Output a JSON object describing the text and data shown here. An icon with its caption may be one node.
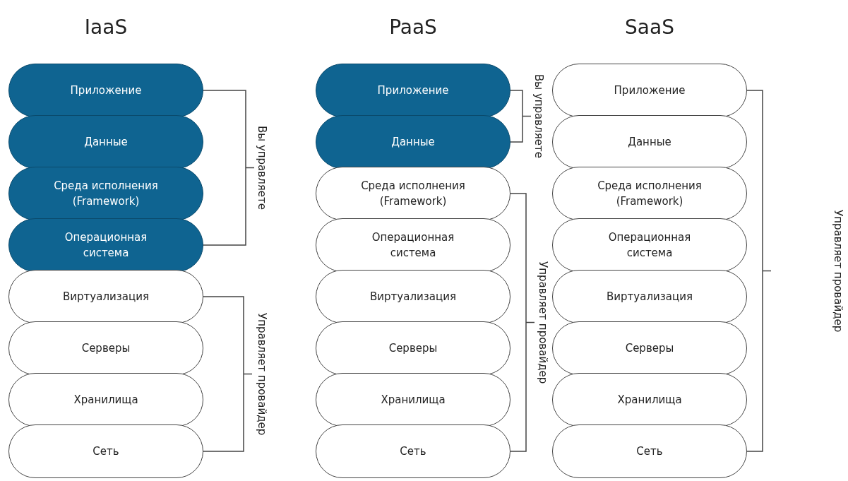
{
  "diagram": {
    "nodes": [
      {
        "text": [
          "Приложение"
        ]
      },
      {
        "text": [
          "Данные"
        ]
      },
      {
        "text": [
          "Среда исполнения (Framework)"
        ]
      },
      {
        "text": [
          "Операционная система"
        ]
      },
      {
        "text": [
          "Виртуализация"
        ]
      },
      {
        "text": [
          "Серверы"
        ]
      },
      {
        "text": [
          "Хранилища"
        ]
      },
      {
        "text": [
          "Сеть"
        ]
      },
      {
        "text": [
          "Приложение"
        ]
      },
      {
        "text": [
          "Данные"
        ]
      },
      {
        "text": [
          "Среда исполнения (Framework)"
        ]
      },
      {
        "text": [
          "Операционная система"
        ]
      },
      {
        "text": [
          "Виртуализация"
        ]
      },
      {
        "text": [
          "Серверы"
        ]
      },
      {
        "text": [
          "Хранилища"
        ]
      },
      {
        "text": [
          "Сеть"
        ]
      },
      {
        "text": [
          "Приложение"
        ]
      },
      {
        "text": [
          "Данные"
        ]
      },
      {
        "text": [
          "Среда исполнения (Framework)"
        ]
      },
      {
        "text": [
          "Операционная система"
        ]
      },
      {
        "text": [
          "Виртуализация"
        ]
      },
      {
        "text": [
          "Серверы"
        ]
      },
      {
        "text": [
          "Хранилища"
        ]
      },
      {
        "text": [
          "Сеть"
        ]
      }
    ],
    "labels": [
      "IaaS",
      "PaaS",
      "SaaS",
      "Вы управляете",
      "Вы управляете",
      "Управляет провайдер",
      "Управляет провайдер",
      "Управляет провайдер"
    ]
  }
}
